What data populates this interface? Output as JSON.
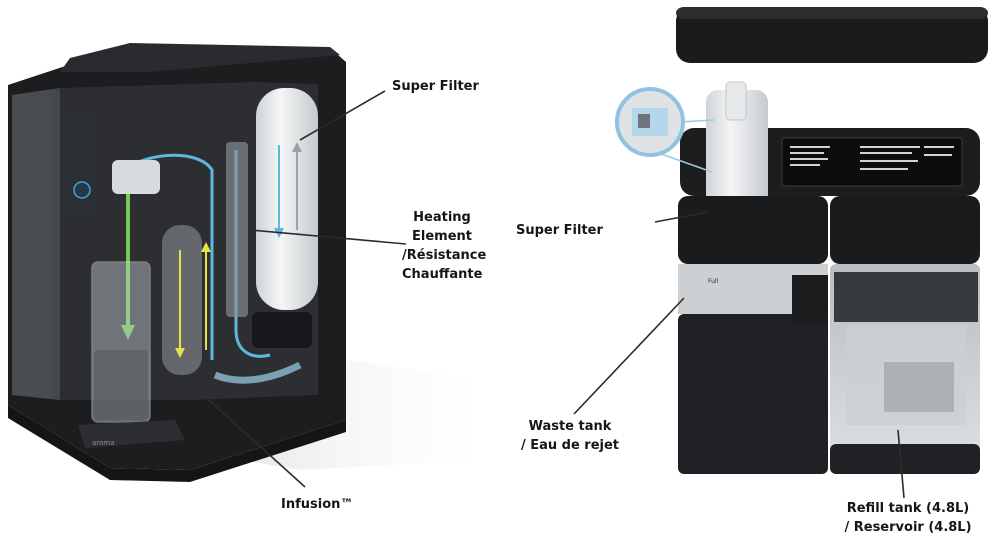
{
  "left_figure": {
    "callouts": {
      "super_filter": "Super Filter",
      "heating_element": [
        "Heating",
        "Element",
        "/Résistance",
        "Chauffante"
      ],
      "infusion": "Infusion™"
    },
    "product_branding": "aroma"
  },
  "right_figure": {
    "callouts": {
      "super_filter": "Super Filter",
      "waste_tank": [
        "Waste tank",
        "/ Eau de rejet"
      ],
      "refill_tank": [
        "Refill tank (4.8L)",
        "/ Reservoir (4.8L)"
      ]
    },
    "tank_marking": "Full"
  },
  "colors": {
    "body_dark": "#1c1d1f",
    "water_blue": "#5fb7e0",
    "water_yellow": "#e6e24a",
    "water_green": "#6fcf4d",
    "filter_white": "#eef0f2"
  }
}
